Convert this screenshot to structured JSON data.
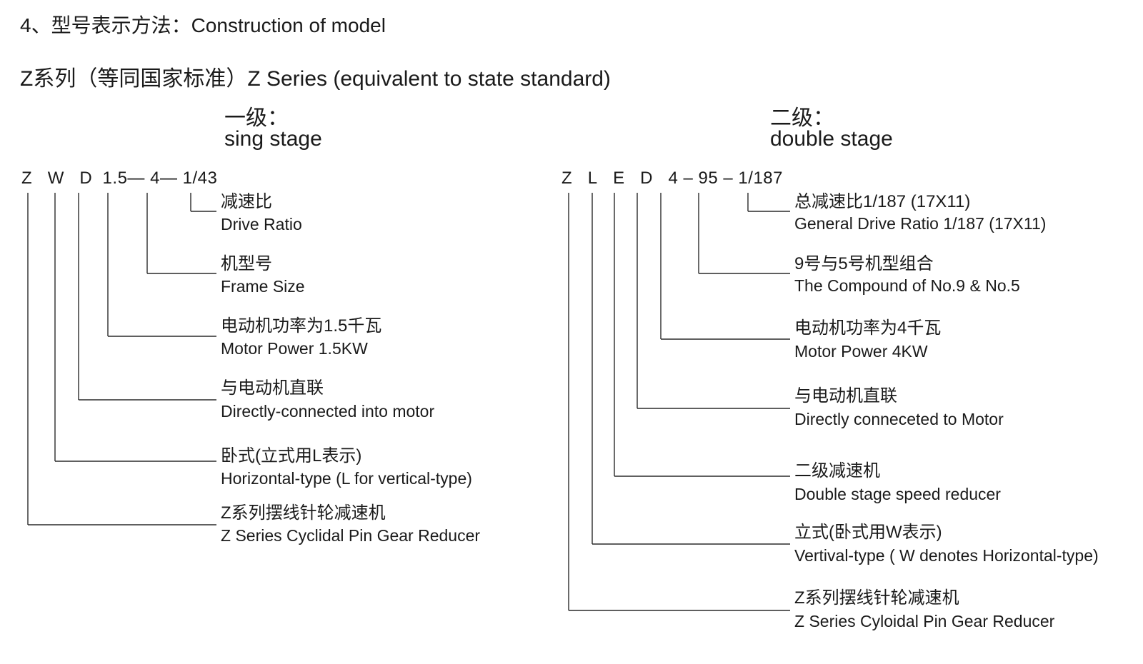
{
  "heading": "4、型号表示方法：Construction of model",
  "subheading": "Z系列（等同国家标准）Z Series (equivalent to state standard)",
  "single_stage": {
    "title_zh": "一级：",
    "title_en": "sing stage",
    "code_parts": [
      "Z",
      "W",
      "D",
      "1.5",
      "—",
      "4",
      "—",
      "1/43"
    ],
    "labels": [
      {
        "zh": "减速比",
        "en": "Drive Ratio"
      },
      {
        "zh": "机型号",
        "en": "Frame Size"
      },
      {
        "zh": "电动机功率为1.5千瓦",
        "en": "Motor Power 1.5KW"
      },
      {
        "zh": "与电动机直联",
        "en": "Directly-connected into motor"
      },
      {
        "zh": "卧式(立式用L表示)",
        "en": "Horizontal-type (L for vertical-type)"
      },
      {
        "zh": "Z系列摆线针轮减速机",
        "en": "Z Series Cyclidal Pin Gear Reducer"
      }
    ]
  },
  "double_stage": {
    "title_zh": "二级：",
    "title_en": "double stage",
    "code_parts": [
      "Z",
      "L",
      "E",
      "D",
      "4",
      "–",
      "95",
      "–",
      "1/187"
    ],
    "labels": [
      {
        "zh": "总减速比1/187 (17X11)",
        "en": "General Drive Ratio 1/187 (17X11)"
      },
      {
        "zh": "9号与5号机型组合",
        "en": "The Compound of  No.9 & No.5"
      },
      {
        "zh": "电动机功率为4千瓦",
        "en": "Motor Power 4KW"
      },
      {
        "zh": "与电动机直联",
        "en": "Directly conneceted to Motor"
      },
      {
        "zh": "二级减速机",
        "en": "Double stage speed reducer"
      },
      {
        "zh": "立式(卧式用W表示)",
        "en": "Vertival-type ( W denotes Horizontal-type)"
      },
      {
        "zh": "Z系列摆线针轮减速机",
        "en": "Z Series Cyloidal Pin Gear Reducer"
      }
    ]
  }
}
